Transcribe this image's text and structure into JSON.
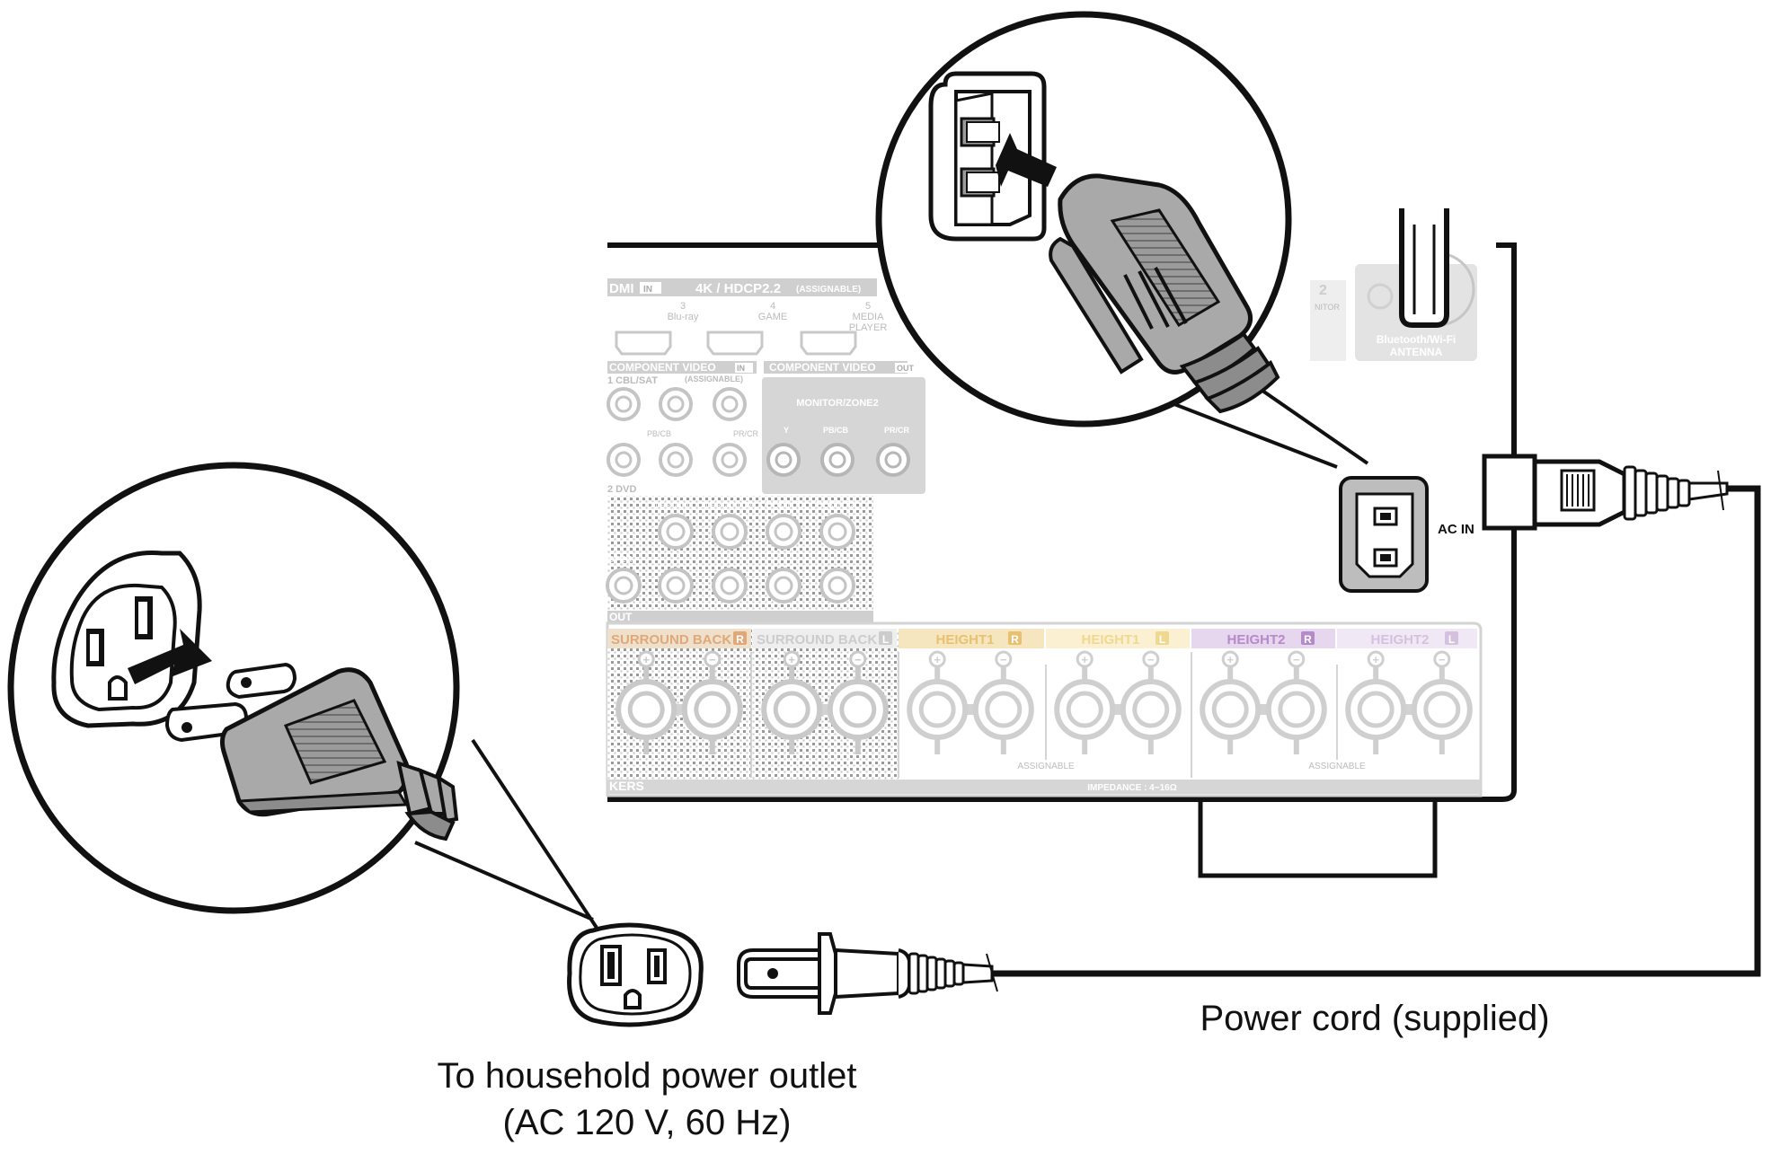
{
  "captions": {
    "power_cord": "Power cord (supplied)",
    "outlet_line1": "To household power outlet",
    "outlet_line2": "(AC 120 V, 60 Hz)"
  },
  "receiver": {
    "hdmi_prefix": "DMI",
    "hdmi_in_badge": "IN",
    "hdmi_spec": "4K / HDCP2.2",
    "hdmi_assignable": "(ASSIGNABLE)",
    "hdmi_inputs": [
      {
        "num": "3",
        "name": "Blu-ray"
      },
      {
        "num": "4",
        "name": "GAME"
      },
      {
        "num": "5",
        "name": "MEDIA",
        "name2": "PLAYER"
      }
    ],
    "component_in": "COMPONENT VIDEO",
    "component_in_badge": "IN",
    "component_assignable": "(ASSIGNABLE)",
    "component_out": "COMPONENT VIDEO",
    "component_out_badge": "OUT",
    "cbl_sat": "1 CBL/SAT",
    "dvd": "2 DVD",
    "pb": "PB/CB",
    "pr": "PR/CR",
    "monitor_zone2": "MONITOR/ZONE2",
    "y": "Y",
    "surround_back_small": "SURROUND",
    "surround_back_small2": "SURROUND BACK",
    "height1_small": "HEIGHT1",
    "height2_small": "HEIGHT2",
    "ofer": "OFER",
    "out": "OUT",
    "speaker_groups": [
      {
        "label": "SURROUND BACK",
        "side": "R",
        "color": "#e0a878"
      },
      {
        "label": "SURROUND BACK",
        "side": "L",
        "color": "#cccccc"
      },
      {
        "label": "HEIGHT1",
        "side": "R",
        "color": "#e8c070"
      },
      {
        "label": "HEIGHT1",
        "side": "L",
        "color": "#efd890"
      },
      {
        "label": "HEIGHT2",
        "side": "R",
        "color": "#b48ac8"
      },
      {
        "label": "HEIGHT2",
        "side": "L",
        "color": "#d6c0e0"
      }
    ],
    "plus": "+",
    "minus": "−",
    "assignable": "ASSIGNABLE",
    "speakers": "KERS",
    "impedance": "IMPEDANCE : 4~16Ω",
    "antenna_line1": "Bluetooth/Wi-Fi",
    "antenna_line2": "ANTENNA",
    "ac_in": "AC IN",
    "partial_2": "2",
    "partial_itor": "NITOR"
  },
  "colors": {
    "line": "#111111",
    "panel_gray": "#cfcfcf",
    "socket_gray": "#bdbdbd",
    "plug_gray": "#a9a9a9",
    "plug_dark": "#777777"
  }
}
